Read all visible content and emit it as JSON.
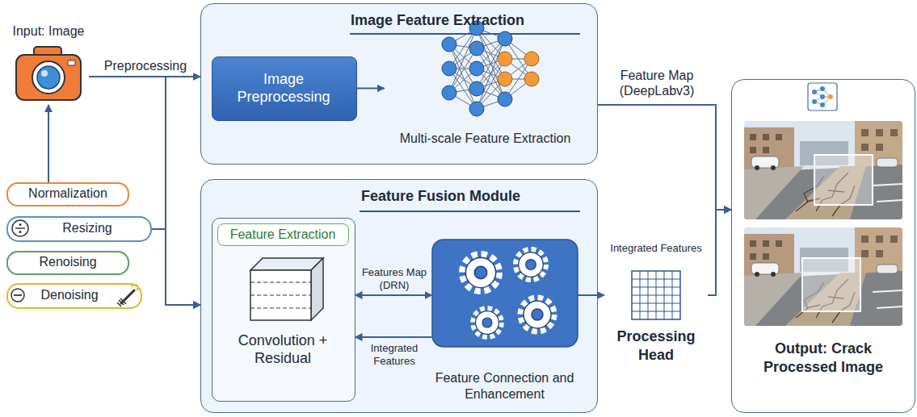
{
  "diagram": {
    "nodes": [
      {
        "text": [
          "Input: Image"
        ]
      },
      {
        "text": [
          "Normalization"
        ]
      },
      {
        "text": [
          "Resizing"
        ]
      },
      {
        "text": [
          "Renoising"
        ]
      },
      {
        "text": [
          "Denoising"
        ]
      },
      {
        "text": [
          "Image Feature Extraction"
        ]
      },
      {
        "text": [
          "Image Preprocessing"
        ],
        "in": 5
      },
      {
        "text": [
          "Multi-scale Feature Extraction"
        ],
        "in": 5
      },
      {
        "text": [
          "Feature Fusion Module"
        ]
      },
      {
        "text": [
          "Feature Extraction",
          "Convolution + Residual"
        ],
        "in": 8
      },
      {
        "text": [
          "Feature Connection and Enhancement"
        ],
        "in": 8
      },
      {
        "text": [
          "Integrated Features",
          "Processing Head"
        ]
      },
      {
        "text": [
          "Output: Crack Processed Image"
        ]
      }
    ],
    "edges": [
      {
        "from": 1,
        "to": 0,
        "arrow": "to"
      },
      {
        "from": 0,
        "to": 5,
        "label": "Preprocessing",
        "arrow": "to"
      },
      {
        "from": 0,
        "to": 8,
        "arrow": "to"
      },
      {
        "from": 2,
        "to": 8,
        "arrow": "to"
      },
      {
        "from": 6,
        "to": 7,
        "arrow": "to"
      },
      {
        "from": 9,
        "to": 10,
        "label": "Features Map (DRN)",
        "arrow": "both"
      },
      {
        "from": 10,
        "to": 9,
        "label": "Integrated Features",
        "arrow": "to"
      },
      {
        "from": 10,
        "to": 11,
        "arrow": "to"
      },
      {
        "from": 5,
        "to": 12,
        "label": "Feature Map (DeepLabv3)",
        "arrow": "to"
      },
      {
        "from": 11,
        "to": 12,
        "arrow": "to"
      }
    ]
  }
}
